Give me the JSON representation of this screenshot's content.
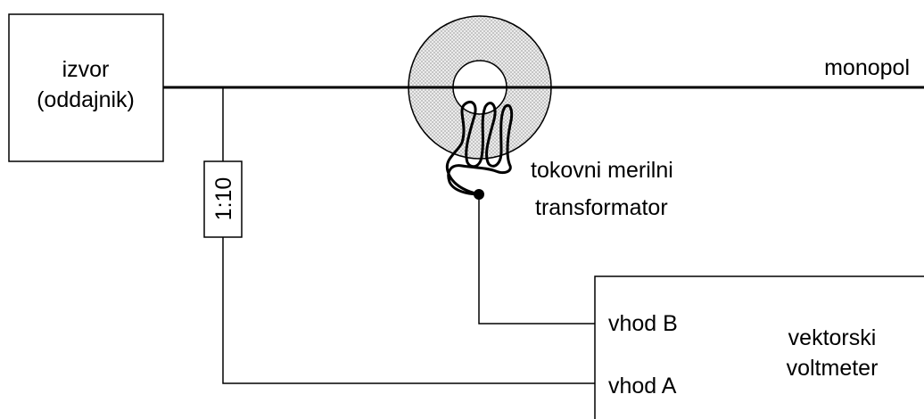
{
  "source_box": {
    "line1": "izvor",
    "line2": "(oddajnik)"
  },
  "monopole_label": "monopol",
  "divider_label": "1:10",
  "transformer_label": {
    "line1": "tokovni merilni",
    "line2": "transformator"
  },
  "voltmeter": {
    "line1": "vektorski",
    "line2": "voltmeter",
    "input_b": "vhod B",
    "input_a": "vhod A"
  },
  "colors": {
    "line": "#000000",
    "core_fill": "#d9d9d9",
    "background": "#ffffff"
  }
}
